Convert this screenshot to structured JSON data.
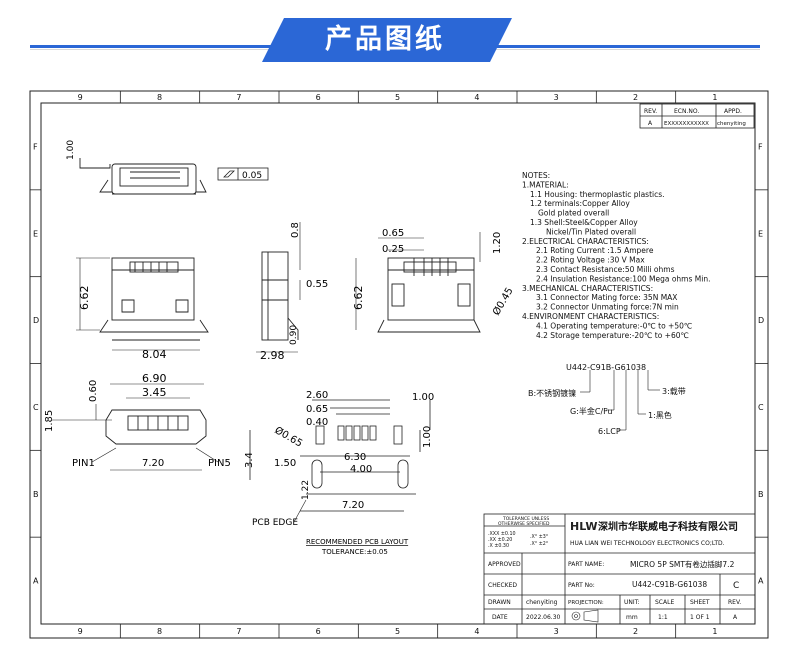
{
  "banner": {
    "title": "产品图纸"
  },
  "grid": {
    "columns": [
      "9",
      "8",
      "7",
      "6",
      "5",
      "4",
      "3",
      "2",
      "1"
    ],
    "rows": [
      "F",
      "E",
      "D",
      "C",
      "B",
      "A"
    ]
  },
  "revision": {
    "headers": [
      "REV.",
      "ECN.NO.",
      "APPD."
    ],
    "row": [
      "A",
      "EXXXXXXXXXXX",
      "chenyiting"
    ]
  },
  "notes": [
    "NOTES:",
    "1.MATERIAL:",
    "1.1  Housing: thermoplastic plastics.",
    "1.2  terminals:Copper Alloy",
    "Gold plated overall",
    "1.3  Shell:Steel&Copper Alloy",
    "Nickel/Tin Plated overall",
    "2.ELECTRICAL CHARACTERISTICS:",
    "2.1  Roting Current :1.5 Ampere",
    "2.2  Roting Voltage :30 V Max",
    "2.3  Contact Resistance:50 Milli ohms",
    "2.4  Insulation Resistance:100 Mega ohms Min.",
    "3.MECHANICAL CHARACTERISTICS:",
    "3.1  Connector Mating force: 35N MAX",
    "3.2  Connector Unmating force:7N min",
    "4.ENVIRONMENT CHARACTERISTICS:",
    "4.1  Operating temperature:-0℃ to +50℃",
    "4.2  Storage temperature:-20℃ to +60℃"
  ],
  "part_code": {
    "code": "U442-C91B-G61038",
    "b_label": "B:不锈钢镀镍",
    "g_label": "G:半金C/Fu",
    "lcp_label": "6:LCP",
    "pack_label": "3:载带",
    "color_label": "1:黑色"
  },
  "dimensions": {
    "d100": "1.00",
    "flatness": "0.05",
    "d08": "0.8",
    "d065": "0.65",
    "d025": "0.25",
    "d120": "1.20",
    "d662a": "6.62",
    "d662b": "6.62",
    "d055": "0.55",
    "d045": "Ø0.45",
    "d804": "8.04",
    "d298": "2.98",
    "d090": "0.90",
    "d690": "6.90",
    "d345": "3.45",
    "d060": "0.60",
    "d185": "1.85",
    "d720a": "7.20",
    "pin1": "PIN1",
    "pin5": "PIN5",
    "p260": "2.60",
    "p065": "0.65",
    "p040": "0.40",
    "p065d": "Ø0.65",
    "p100a": "1.00",
    "p100b": "1.00",
    "p34": "3.4",
    "p630": "6.30",
    "p400": "4.00",
    "p150": "1.50",
    "p122": "1.22",
    "p720": "7.20",
    "pcb_edge": "PCB EDGE",
    "layout_title": "RECOMMENDED PCB LAYOUT",
    "layout_tol": "TOLERANCE:±0.05"
  },
  "title_block": {
    "tol_title_1": "TOLERANCE UNLESS",
    "tol_title_2": "OTHERWISE SPECIFIED",
    "tol_x1": ".XXX  ±0.10",
    "tol_x2": ".XX   ±0.20",
    "tol_x3": ".X    ±0.30",
    "tol_a1": ".X°  ±3°",
    "tol_a2": ".X°  ±2°",
    "company_cn": "深圳市华联威电子科技有限公司",
    "company_en": "HUA LIAN WEI TECHNOLOGY ELECTRONICS CO;LTD.",
    "approved": "APPROVED",
    "part_name_label": "PART NAME:",
    "part_name": "MICRO 5P SMT有卷边插脚7.2",
    "checked": "CHECKED",
    "part_no_label": "PART No:",
    "part_no": "U442-C91B-G61038",
    "rev_letter": "C",
    "drawn": "DRAWN",
    "drawn_by": "chenyiting",
    "projection": "PROJECTION:",
    "unit": "UNIT:",
    "scale": "SCALE",
    "sheet": "SHEET",
    "rev": "REV.",
    "date": "DATE",
    "date_val": "2022.06.30",
    "unit_val": "mm",
    "scale_val": "1:1",
    "sheet_val": "1 OF 1",
    "rev_val": "A"
  }
}
